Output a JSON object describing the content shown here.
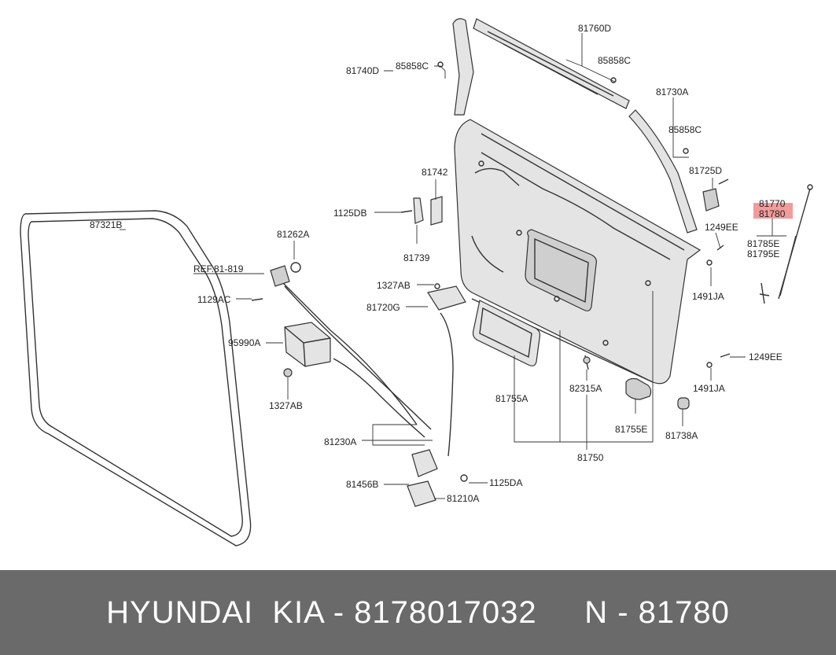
{
  "labels": {
    "p87321B": "87321B",
    "p81262A": "81262A",
    "ref": "REF.81-819",
    "p1129AC": "1129AC",
    "p95990A": "95990A",
    "p1327AB_a": "1327AB",
    "p81230A": "81230A",
    "p81456B": "81456B",
    "p1125DA": "1125DA",
    "p81210A": "81210A",
    "p81740D": "81740D",
    "p85858C_a": "85858C",
    "p81760D": "81760D",
    "p85858C_b": "85858C",
    "p81730A": "81730A",
    "p85858C_c": "85858C",
    "p81725D": "81725D",
    "p81742": "81742",
    "p1125DB": "1125DB",
    "p81739": "81739",
    "p1327AB_b": "1327AB",
    "p81720G": "81720G",
    "p81770": "81770",
    "p81780": "81780",
    "p1249EE_a": "1249EE",
    "p81785E": "81785E",
    "p81795E": "81795E",
    "p1491JA_a": "1491JA",
    "p1249EE_b": "1249EE",
    "p1491JA_b": "1491JA",
    "p82315A": "82315A",
    "p81755A": "81755A",
    "p81755E": "81755E",
    "p81738A": "81738A",
    "p81750": "81750"
  },
  "footer": {
    "text": "HYUNDAI  KIA - 8178017032     N - 81780"
  },
  "colors": {
    "highlight": "#f08a8a",
    "footer_bg": "#6a6a6a"
  }
}
